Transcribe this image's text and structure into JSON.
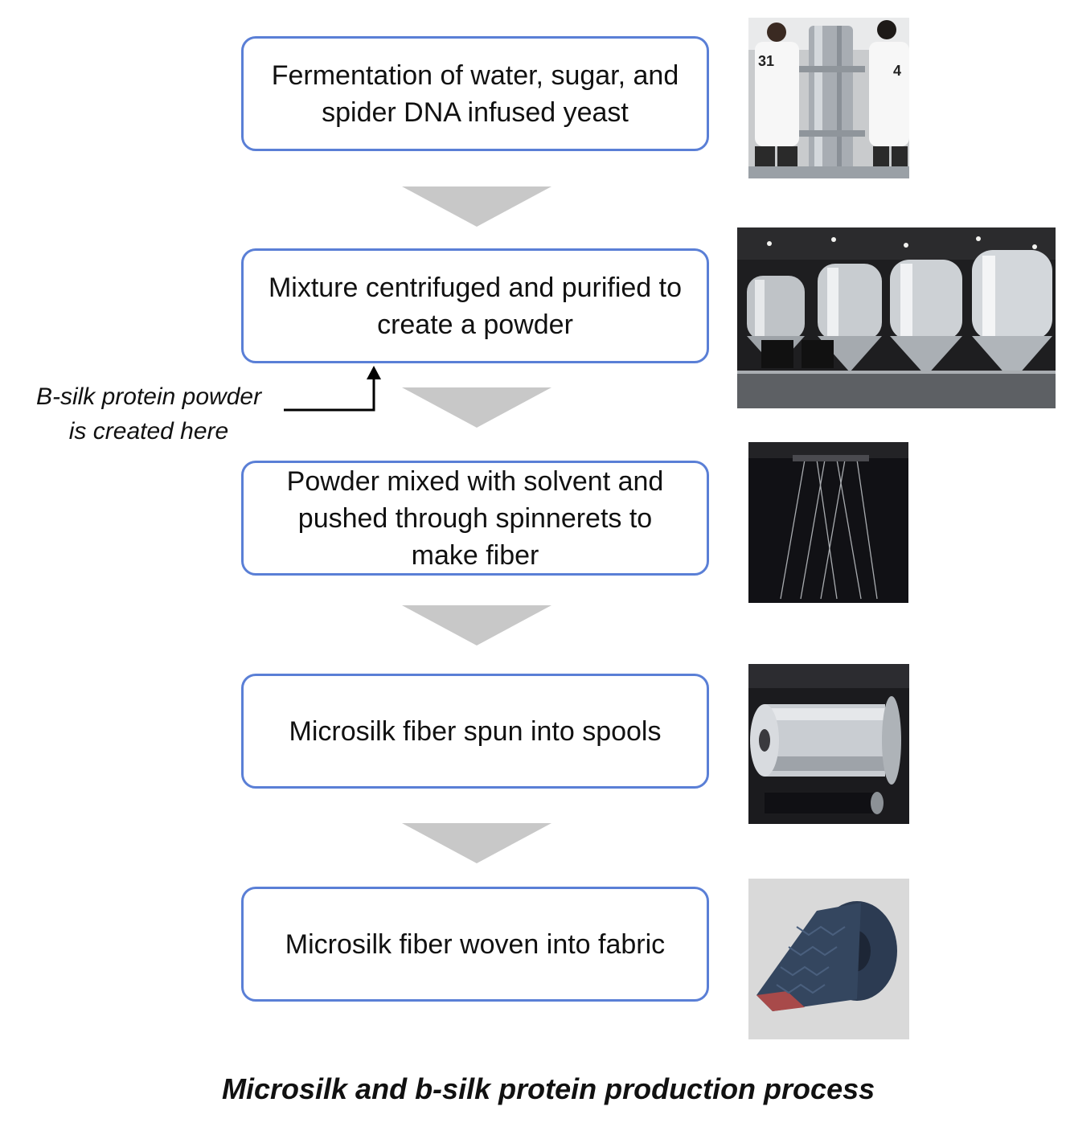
{
  "steps": [
    {
      "text": "Fermentation of water, sugar, and\nspider DNA infused yeast"
    },
    {
      "text": "Mixture centrifuged and purified to\ncreate a powder"
    },
    {
      "text": "Powder mixed with solvent and\npushed through spinnerets to\nmake fiber"
    },
    {
      "text": "Microsilk fiber spun into spools"
    },
    {
      "text": "Microsilk fiber woven into fabric"
    }
  ],
  "annotation": {
    "text": "B-silk protein powder\nis created here"
  },
  "caption": "Microsilk and b-silk protein production process",
  "colors": {
    "box_border": "#5a7fd6",
    "arrow_fill": "#c8c8c8"
  },
  "icons": [
    "fermentation-tank-photo",
    "brewing-tanks-photo",
    "spinneret-fibers-photo",
    "spool-photo",
    "knit-fabric-roll-photo"
  ]
}
